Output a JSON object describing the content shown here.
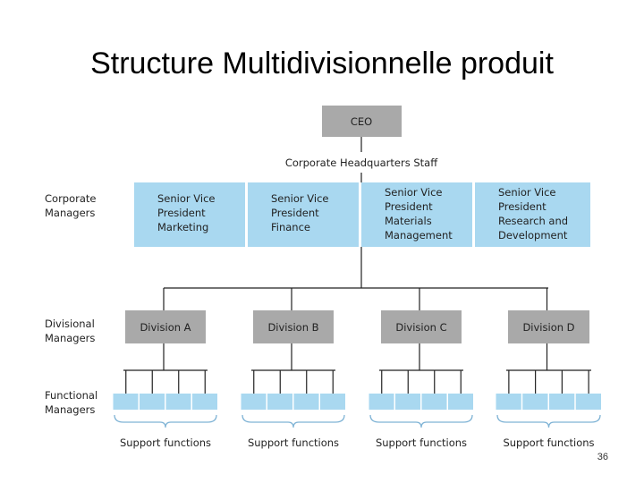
{
  "title": "Structure Multidivisionnelle produit",
  "page_number": "36",
  "colors": {
    "gray_box": "#a9a9a9",
    "blue_box": "#a9d8f0",
    "line": "#222222",
    "brace": "#7fb3d5"
  },
  "ceo": {
    "label": "CEO"
  },
  "hq_staff": {
    "label": "Corporate Headquarters Staff"
  },
  "levels": {
    "corporate": [
      "Corporate",
      "Managers"
    ],
    "divisional": [
      "Divisional",
      "Managers"
    ],
    "functional": [
      "Functional",
      "Managers"
    ]
  },
  "vice_presidents": [
    {
      "lines": [
        "Senior Vice",
        "President",
        "Marketing"
      ]
    },
    {
      "lines": [
        "Senior Vice",
        "President",
        "Finance"
      ]
    },
    {
      "lines": [
        "Senior Vice",
        "President",
        "Materials",
        "Management"
      ]
    },
    {
      "lines": [
        "Senior Vice",
        "President",
        "Research and",
        "Development"
      ]
    }
  ],
  "divisions": [
    {
      "label": "Division A",
      "support": "Support functions"
    },
    {
      "label": "Division B",
      "support": "Support functions"
    },
    {
      "label": "Division C",
      "support": "Support functions"
    },
    {
      "label": "Division D",
      "support": "Support functions"
    }
  ]
}
